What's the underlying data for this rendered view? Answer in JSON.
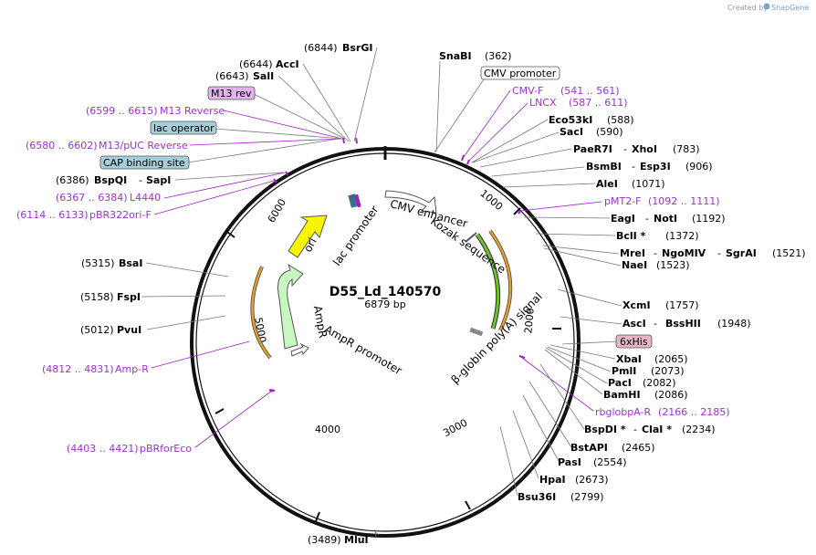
{
  "header": {
    "credit": "Created by",
    "brand": "SnapGene",
    "logo_icon": "snapgene-logo-icon"
  },
  "plasmid": {
    "name": "D55_Ld_140570",
    "size_label": "6879 bp",
    "length": 6879
  },
  "ticks": [
    "1000",
    "2000",
    "3000",
    "4000",
    "5000",
    "6000"
  ],
  "enzymes": [
    {
      "pos": "(6844)",
      "name": "BsrGI"
    },
    {
      "pos": "(6644)",
      "name": "AccI"
    },
    {
      "pos": "(6643)",
      "name": "SalI"
    },
    {
      "pos": "(6386)",
      "name": "BspQI",
      "sep": "-",
      "name2": "SapI"
    },
    {
      "pos": "(5315)",
      "name": "BsaI"
    },
    {
      "pos": "(5158)",
      "name": "FspI"
    },
    {
      "pos": "(5012)",
      "name": "PvuI"
    },
    {
      "pos": "(3489)",
      "name": "MluI"
    },
    {
      "name": "SnaBI",
      "pos": "(362)"
    },
    {
      "name": "Eco53kI",
      "pos": "(588)"
    },
    {
      "name": "SacI",
      "pos": "(590)"
    },
    {
      "name": "PaeR7I",
      "sep": "-",
      "name2": "XhoI",
      "pos": "(783)"
    },
    {
      "name": "BsmBI",
      "sep": "-",
      "name2": "Esp3I",
      "pos": "(906)"
    },
    {
      "name": "AleI",
      "pos": "(1071)"
    },
    {
      "name": "EagI",
      "sep": "-",
      "name2": "NotI",
      "pos": "(1192)"
    },
    {
      "name": "BclI *",
      "pos": "(1372)"
    },
    {
      "name": "MreI",
      "sep": "-",
      "name2": "NgoMIV",
      "sep2": "-",
      "name3": "SgrAI",
      "pos": "(1521)"
    },
    {
      "name": "NaeI",
      "pos": "(1523)"
    },
    {
      "name": "XcmI",
      "pos": "(1757)"
    },
    {
      "name": "AscI",
      "sep": "-",
      "name2": "BssHII",
      "pos": "(1948)"
    },
    {
      "name": "XbaI",
      "pos": "(2065)"
    },
    {
      "name": "PmlI",
      "pos": "(2073)"
    },
    {
      "name": "PacI",
      "pos": "(2082)"
    },
    {
      "name": "BamHI",
      "pos": "(2086)"
    },
    {
      "name": "BspDI *",
      "sep": "-",
      "name2": "ClaI *",
      "pos": "(2234)"
    },
    {
      "name": "BstAPI",
      "pos": "(2465)"
    },
    {
      "name": "PasI",
      "pos": "(2554)"
    },
    {
      "name": "HpaI",
      "pos": "(2673)"
    },
    {
      "name": "Bsu36I",
      "pos": "(2799)"
    }
  ],
  "primers": [
    {
      "range": "(6599 .. 6615)",
      "name": "M13 Reverse"
    },
    {
      "range": "(6580 .. 6602)",
      "name": "M13/pUC Reverse"
    },
    {
      "range": "(6367 .. 6384)",
      "name": "L4440"
    },
    {
      "range": "(6114 .. 6133)",
      "name": "pBR322ori-F"
    },
    {
      "range": "(4812 .. 4831)",
      "name": "Amp-R"
    },
    {
      "range": "(4403 .. 4421)",
      "name": "pBRforEco"
    },
    {
      "name": "CMV-F",
      "range": "(541 .. 561)"
    },
    {
      "name": "LNCX",
      "range": "(587 .. 611)"
    },
    {
      "name": "pMT2-F",
      "range": "(1092 .. 1111)"
    },
    {
      "name": "rbglobpA-R",
      "range": "(2166 .. 2185)"
    }
  ],
  "boxed_features": [
    {
      "label": "M13 rev",
      "fill": "#e3b3f0"
    },
    {
      "label": "lac operator",
      "fill": "#a6cfd9"
    },
    {
      "label": "CAP binding site",
      "fill": "#a6cfd9"
    },
    {
      "label": "CMV promoter",
      "fill": "#ffffff"
    },
    {
      "label": "6xHis",
      "fill": "#e8b4c4"
    }
  ],
  "features": {
    "ori": "ori",
    "ampr": "AmpR",
    "lac_promoter": "lac promoter",
    "ampr_promoter": "AmpR promoter",
    "cmv_enhancer": "CMV enhancer",
    "kozak": "Kozak sequence",
    "globin": "β-globin poly(A) signal"
  },
  "colors": {
    "enzyme_text": "#000000",
    "primer_text": "#9933cc",
    "primer_mark": "#a020c8",
    "ori_fill": "#f7f500",
    "ampr_fill": "#c9f7c1",
    "primer_arc": "#e49b2c",
    "globin_arc": "#6fbf2e",
    "backbone": "#111111"
  }
}
